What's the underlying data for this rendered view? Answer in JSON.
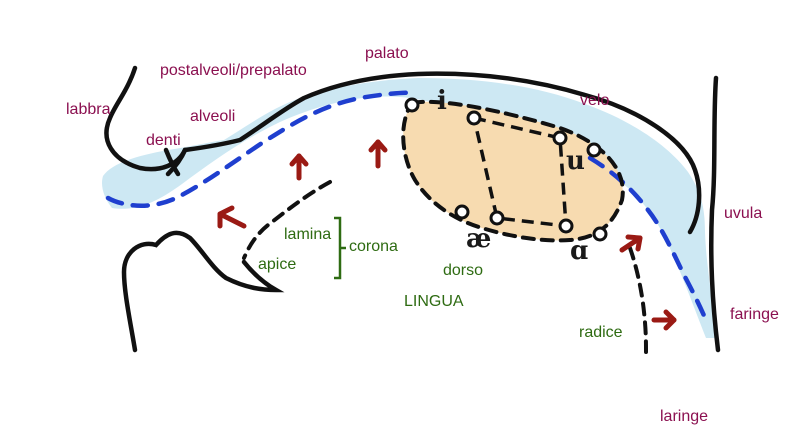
{
  "colors": {
    "cavity_fill": "#cde8f3",
    "vowel_fill": "#f7dbb0",
    "dashed_line": "#1f3fcf",
    "outline": "#111111",
    "arrow": "#9a1a14",
    "anatomy_text": "#8b1050",
    "tongue_text": "#2e6b12"
  },
  "labels": {
    "labbra": "labbra",
    "denti": "denti",
    "alveoli": "alveoli",
    "postalveoli": "postalveoli/prepalato",
    "palato": "palato",
    "velo": "velo",
    "uvula": "uvula",
    "faringe": "faringe",
    "laringe": "laringe",
    "lamina": "lamina",
    "apice": "apice",
    "corona": "corona",
    "dorso": "dorso",
    "lingua": "LINGUA",
    "radice": "radice"
  },
  "vowels": {
    "i": "i",
    "u": "u",
    "ae": "æ",
    "a": "ɑ"
  }
}
